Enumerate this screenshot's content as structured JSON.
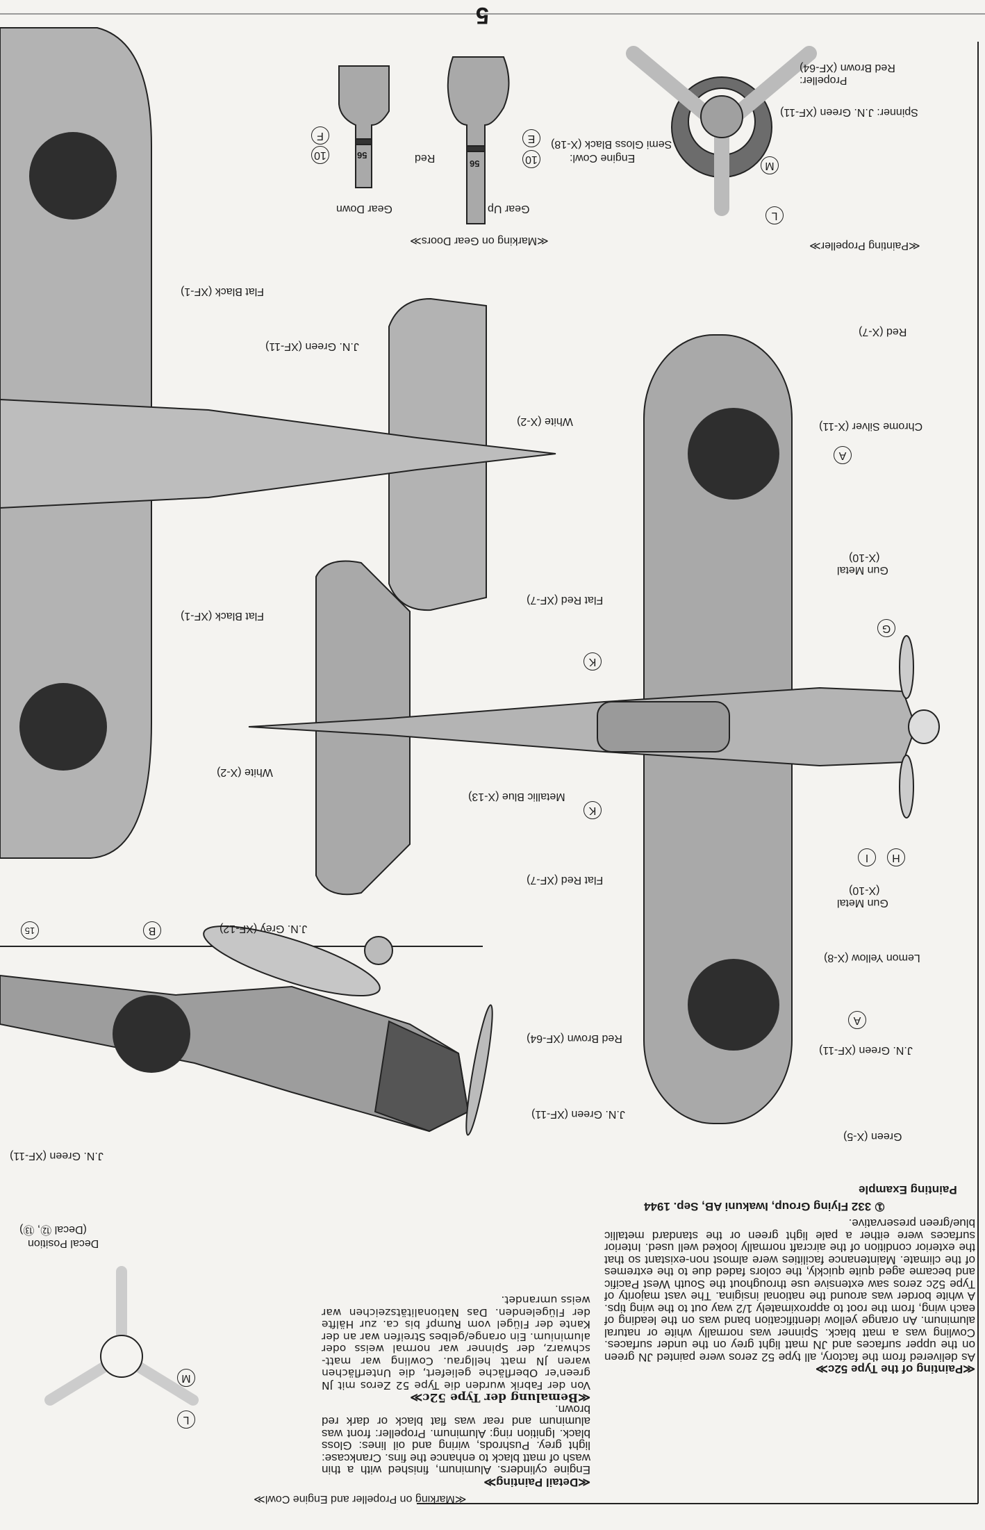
{
  "page_number": "5",
  "propeller": {
    "title": "≪Painting Propeller≫",
    "spinner": "Spinner: J.N. Green (XF-11)",
    "propeller_label": "Propeller:",
    "propeller_color": "Red Brown (XF-64)",
    "cowl_label": "Engine Cowl:",
    "cowl_color": "Semi Gloss Black (X-18)",
    "callouts": [
      "L",
      "M"
    ]
  },
  "gear_doors": {
    "title": "≪Marking on Gear Doors≫",
    "gear_up": "Gear Up",
    "gear_down": "Gear Down",
    "red": "Red",
    "callouts": [
      "E",
      "F",
      "10",
      "10"
    ],
    "door_number": "56"
  },
  "top_view": {
    "labels": {
      "red": "Red (X-7)",
      "chrome": "Chrome Silver (X-11)",
      "gun_metal_1": "Gun Metal",
      "gun_metal_1b": "(X-10)",
      "flat_red_1": "Flat Red (XF-7)",
      "white": "White (X-2)",
      "metallic_blue": "Metallic Blue (X-13)",
      "flat_red_2": "Flat Red (XF-7)",
      "gun_metal_2": "Gun Metal",
      "gun_metal_2b": "(X-10)",
      "lemon_yellow": "Lemon Yellow (X-8)",
      "jn_green": "J.N. Green (XF-11)",
      "green": "Green (X-5)"
    },
    "callouts": [
      "A",
      "G",
      "K",
      "K",
      "I",
      "H",
      "A"
    ]
  },
  "bottom_view": {
    "labels": {
      "jn_green": "J.N. Green (XF-11)",
      "flat_black_1": "Flat Black (XF-1)",
      "flat_black_2": "Flat Black (XF-1)",
      "white": "White (X-2)"
    }
  },
  "side_view": {
    "labels": {
      "red_brown": "Red Brown (XF-64)",
      "jn_green_1": "J.N. Green (XF-11)",
      "jn_grey": "J.N. Grey (XF-12)",
      "jn_green_2": "J.N. Green (XF-11)"
    },
    "callouts": [
      "B",
      "15"
    ]
  },
  "decal_position": {
    "label": "Decal Position",
    "decals": "(Decal ⑫, ⑬)",
    "callouts": [
      "M",
      "L"
    ]
  },
  "marking_prop_cowl": "≪Marking on Propeller and Engine Cowl≫",
  "painting_example": {
    "title": "Painting Example",
    "subtitle": "① 332 Flying Group, Iwakuni AB, Sep. 1944"
  },
  "painting_type52c": {
    "title": "≪Painting of the Type 52c≫",
    "body": "As delivered from the factory, all type 52 zeros were painted JN green on the upper surfaces and JN matt light grey on the under surfaces. Cowling was a matt black. Spinner was normally white or natural aluminum. An orange yellow identification band was on the leading of each wing, from the root to approximately 1/2 way out to the wing tips. A white border was around the national insigina. The vast majority of Type 52c zeros saw extensive use throughout the South West Pacific and became aged quite quickly, the colors faded due to the extremes of the climate. Maintenance facilities were almost non-existant so that the exterior condition of the aircraft normally looked well used. Interior surfaces were either a pale light green or the standard metallic blue/green preservative."
  },
  "detail_painting": {
    "title": "≪Detail Painting≫",
    "body": "Engine cylinders. Aluminum, finished with a thin wash of matt black to enhance the fins. Crankcase: light grey. Pushrods, wiring and oil lines: Gloss black. Ignition ring: Aluminum. Propeller: front was aluminum and rear was flat black or dark red brown."
  },
  "bemalung": {
    "title": "≪Bemalung der Type 52c≫",
    "body": "Von der Fabrik wurden die Type 52 Zeros mit JN green'er Oberfläche geliefert, die Unterflächen waren JN matt hellgrau. Cowling war matt-schwarz, der Spinner war normal weiss oder aluminium. Ein orange/gelbes Streifen war an der Kante der Flügel vom Rumpf bis ca. zur Hälfte der Flügelenden. Das Nationalitätszeichen war weiss umrandet."
  },
  "colors": {
    "paper": "#f4f3f0",
    "airframe": "#a9a9a9",
    "insignia": "#2e2e2e",
    "cowl": "#555555"
  }
}
